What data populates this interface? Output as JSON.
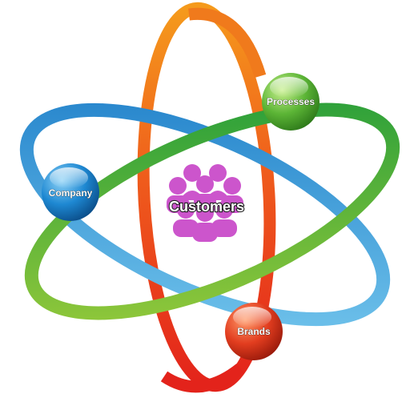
{
  "center": {
    "label": "Customers",
    "icon": "people-group-icon",
    "color": "#cc55cc"
  },
  "nodes": {
    "company": {
      "label": "Company",
      "color": "#1e88d2"
    },
    "processes": {
      "label": "Processes",
      "color": "#5cb536"
    },
    "brands": {
      "label": "Brands",
      "color": "#e23d1f"
    }
  },
  "orbits": {
    "blue": {
      "color_start": "#1f7fc9",
      "color_end": "#76c8ee"
    },
    "green": {
      "color_start": "#9ccc3a",
      "color_end": "#1f9b3a"
    },
    "red": {
      "color_start": "#f59a1c",
      "color_end": "#e3231b"
    }
  }
}
